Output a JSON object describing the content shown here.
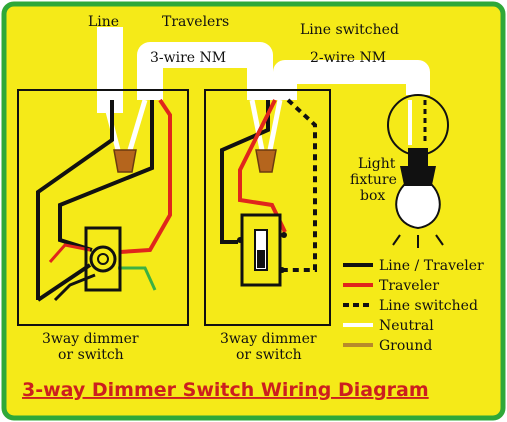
{
  "colors": {
    "background": "#f5ea18",
    "frame": "#2fa838",
    "line_black": "#111111",
    "traveler_red": "#e0261c",
    "neutral_white": "#ffffff",
    "ground": "#b88a2a",
    "title": "#cc1f1f"
  },
  "labels": {
    "line": "Line",
    "travelers": "Travelers",
    "line_switched": "Line switched",
    "three_wire": "3-wire NM",
    "two_wire": "2-wire NM",
    "fixture_1": "Light",
    "fixture_2": "fixture",
    "fixture_3": "box",
    "left_caption_1": "3way dimmer",
    "left_caption_2": "or switch",
    "right_caption_1": "3way dimmer",
    "right_caption_2": "or switch"
  },
  "legend": [
    {
      "label": "Line / Traveler",
      "color": "#111111",
      "style": "solid"
    },
    {
      "label": "Traveler",
      "color": "#e0261c",
      "style": "solid"
    },
    {
      "label": "Line switched",
      "color": "#111111",
      "style": "dashed"
    },
    {
      "label": "Neutral",
      "color": "#ffffff",
      "style": "solid"
    },
    {
      "label": "Ground",
      "color": "#b88a2a",
      "style": "solid"
    }
  ],
  "title": "3-way Dimmer Switch Wiring Diagram",
  "icons": [
    "dimmer-knob-icon",
    "rocker-switch-icon",
    "wire-nut-icon",
    "light-bulb-icon"
  ]
}
